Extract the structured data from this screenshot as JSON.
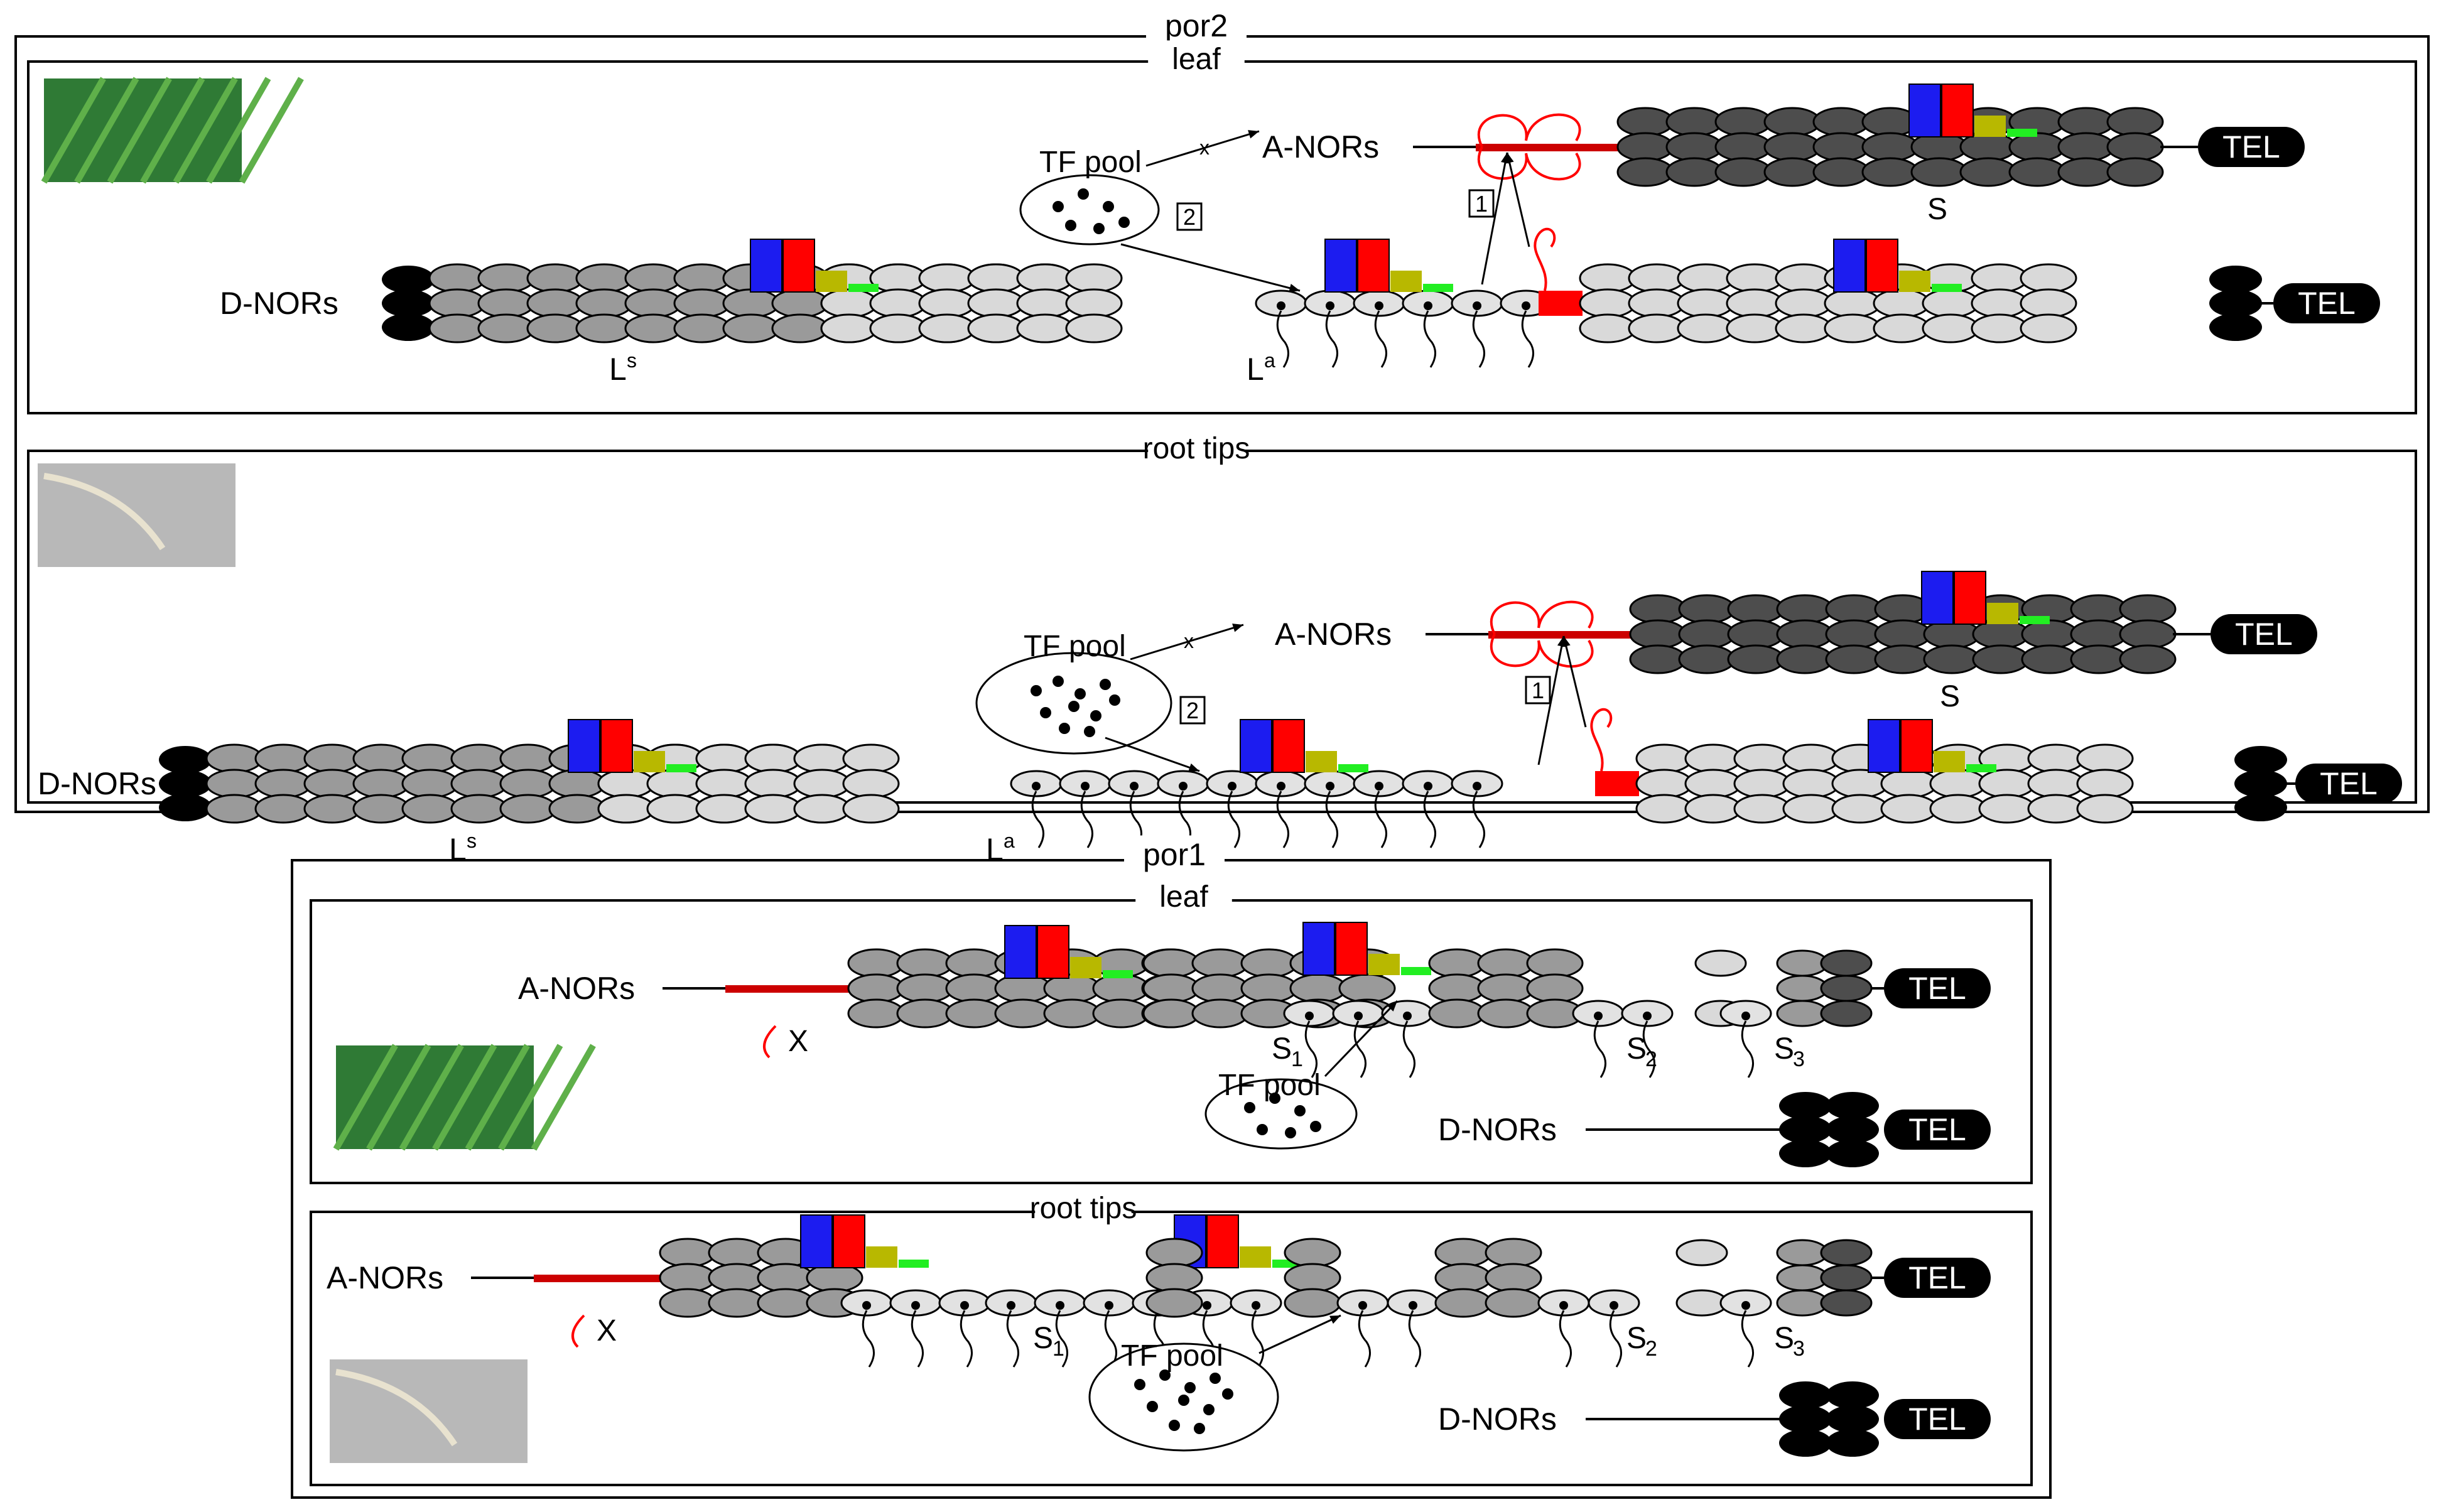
{
  "colors": {
    "dark": "#4d4d4d",
    "mid": "#9a9a9a",
    "light": "#d9d9d9",
    "lighter": "#e2e2e2",
    "black": "#000000",
    "red": "#ff0000",
    "darkred": "#cc0000",
    "blue": "#1c1cf0",
    "olive": "#b8b800",
    "green": "#22ee22",
    "leaf_photo": "#2f7a35",
    "root_photo": "#b8b8b8"
  },
  "por2": {
    "title": "por2",
    "leaf": {
      "title": "leaf",
      "tf_pool": "TF pool",
      "a_nors": "A-NORs",
      "d_nors": "D-NORs",
      "tel": "TEL",
      "tel2": "TEL",
      "label_s": "S",
      "label_ls": "L",
      "label_ls_sup": "s",
      "label_la": "L",
      "label_la_sup": "a",
      "box1": "1",
      "box2": "2",
      "x_mark": "x"
    },
    "root": {
      "title": "root tips",
      "tf_pool": "TF pool",
      "a_nors": "A-NORs",
      "d_nors": "D-NORs",
      "tel": "TEL",
      "tel2": "TEL",
      "label_s": "S",
      "label_ls": "L",
      "label_ls_sup": "s",
      "label_la": "L",
      "label_la_sup": "a",
      "box1": "1",
      "box2": "2",
      "x_mark": "x"
    }
  },
  "por1": {
    "title": "por1",
    "leaf": {
      "title": "leaf",
      "a_nors": "A-NORs",
      "d_nors": "D-NORs",
      "tf_pool": "TF pool",
      "tel": "TEL",
      "tel2": "TEL",
      "s1": "S",
      "s1_sub": "1",
      "s2": "S",
      "s2_sub": "2",
      "s3": "S",
      "s3_sub": "3",
      "x_mark": "X"
    },
    "root": {
      "title": "root tips",
      "a_nors": "A-NORs",
      "d_nors": "D-NORs",
      "tf_pool": "TF pool",
      "tel": "TEL",
      "tel2": "TEL",
      "s1": "S",
      "s1_sub": "1",
      "s2": "S",
      "s2_sub": "2",
      "s3": "S",
      "s3_sub": "3",
      "x_mark": "X"
    }
  }
}
